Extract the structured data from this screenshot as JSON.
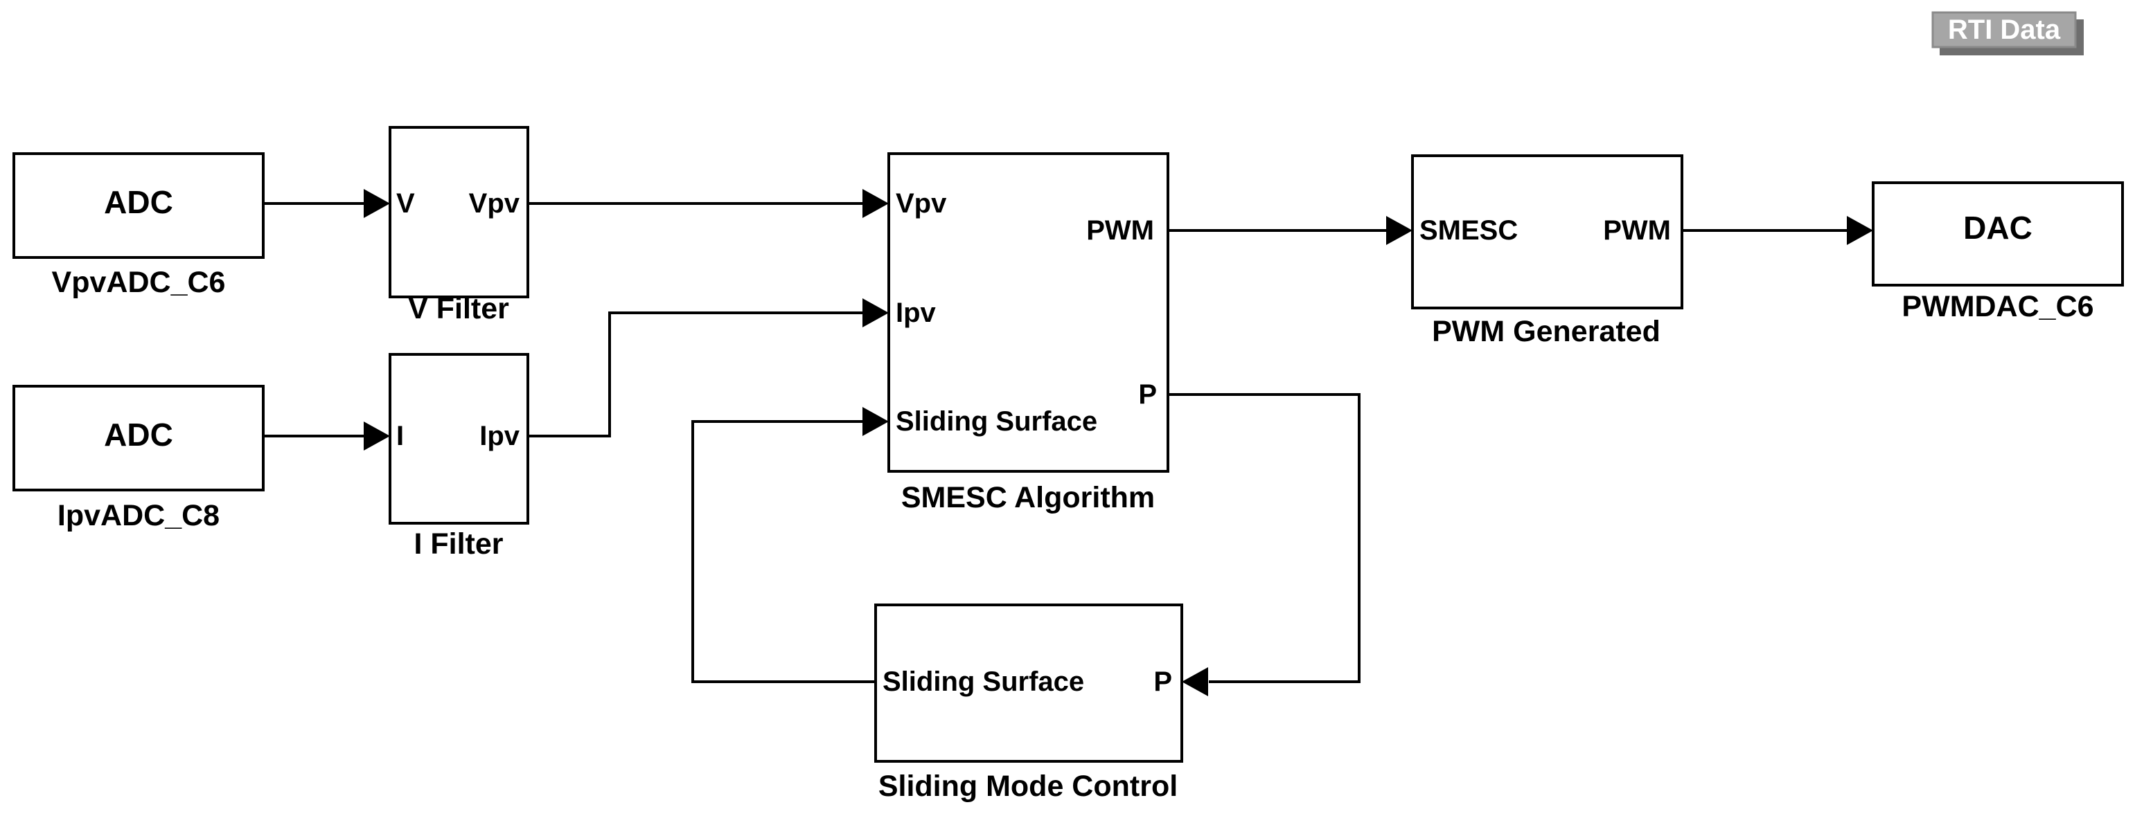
{
  "badge": {
    "label": "RTI Data"
  },
  "blocks": {
    "vpv_adc": {
      "inner": "ADC",
      "name": "VpvADC_C6"
    },
    "ipv_adc": {
      "inner": "ADC",
      "name": "IpvADC_C8"
    },
    "v_filter": {
      "in": "V",
      "out": "Vpv",
      "name": "V Filter"
    },
    "i_filter": {
      "in": "I",
      "out": "Ipv",
      "name": "I Filter"
    },
    "smesc": {
      "in1": "Vpv",
      "in2": "Ipv",
      "in3": "Sliding Surface",
      "out1": "PWM",
      "out2": "P",
      "name": "SMESC Algorithm"
    },
    "pwm_gen": {
      "in": "SMESC",
      "out": "PWM",
      "name": "PWM Generated"
    },
    "dac": {
      "inner": "DAC",
      "name": "PWMDAC_C6"
    },
    "smc": {
      "in": "P",
      "out": "Sliding Surface",
      "name": "Sliding Mode Control"
    }
  },
  "colors": {
    "badge_fill": "#a6a6a6",
    "badge_shadow": "#6e6e6e",
    "line": "#000000"
  }
}
